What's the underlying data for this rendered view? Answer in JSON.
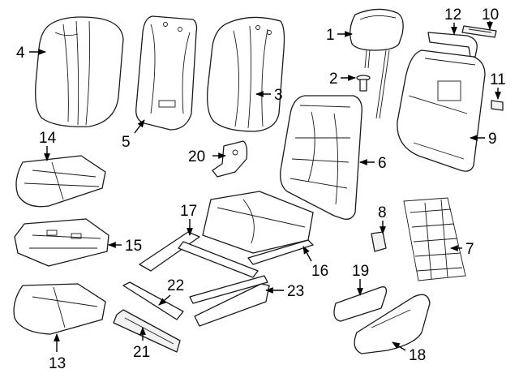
{
  "callouts": [
    {
      "id": "p1",
      "num": "1"
    },
    {
      "id": "p2",
      "num": "2"
    },
    {
      "id": "p3",
      "num": "3"
    },
    {
      "id": "p4",
      "num": "4"
    },
    {
      "id": "p5",
      "num": "5"
    },
    {
      "id": "p6",
      "num": "6"
    },
    {
      "id": "p7",
      "num": "7"
    },
    {
      "id": "p8",
      "num": "8"
    },
    {
      "id": "p9",
      "num": "9"
    },
    {
      "id": "p10",
      "num": "10"
    },
    {
      "id": "p11",
      "num": "11"
    },
    {
      "id": "p12",
      "num": "12"
    },
    {
      "id": "p13",
      "num": "13"
    },
    {
      "id": "p14",
      "num": "14"
    },
    {
      "id": "p15",
      "num": "15"
    },
    {
      "id": "p16",
      "num": "16"
    },
    {
      "id": "p17",
      "num": "17"
    },
    {
      "id": "p18",
      "num": "18"
    },
    {
      "id": "p19",
      "num": "19"
    },
    {
      "id": "p20",
      "num": "20"
    },
    {
      "id": "p21",
      "num": "21"
    },
    {
      "id": "p22",
      "num": "22"
    },
    {
      "id": "p23",
      "num": "23"
    }
  ]
}
